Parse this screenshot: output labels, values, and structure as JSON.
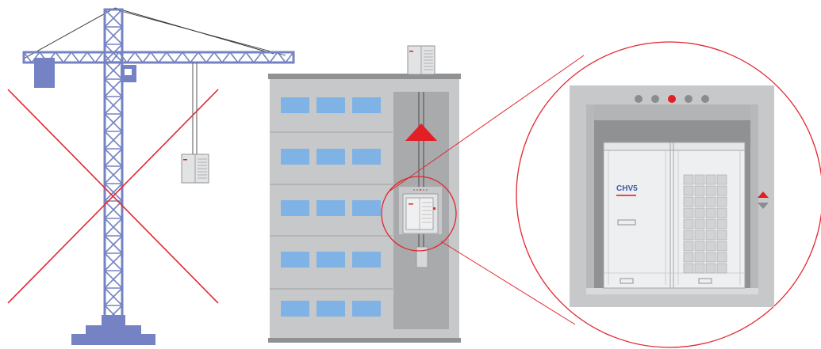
{
  "brand_label": "CHV5",
  "colors": {
    "crane": "#7583c4",
    "crane_dark": "#5b68ad",
    "cross_out": "#e3262f",
    "building": "#c7c8ca",
    "building_dark": "#8f9193",
    "window": "#7fb2e5",
    "shaft": "#a9aaac",
    "arrow_red": "#e31e24",
    "unit": "#e2e3e4",
    "unit_line": "#a3a5a8",
    "brand_blue": "#3a5ba9",
    "brand_red": "#e31e24",
    "indicator_grey": "#8a8c8f"
  },
  "indicator_lights": {
    "count": 5,
    "active_index": 2
  },
  "icons": [
    "tower-crane-icon",
    "cross-out-icon",
    "elevator-up-arrow-icon",
    "outdoor-unit-icon",
    "zoom-callout-icon"
  ]
}
